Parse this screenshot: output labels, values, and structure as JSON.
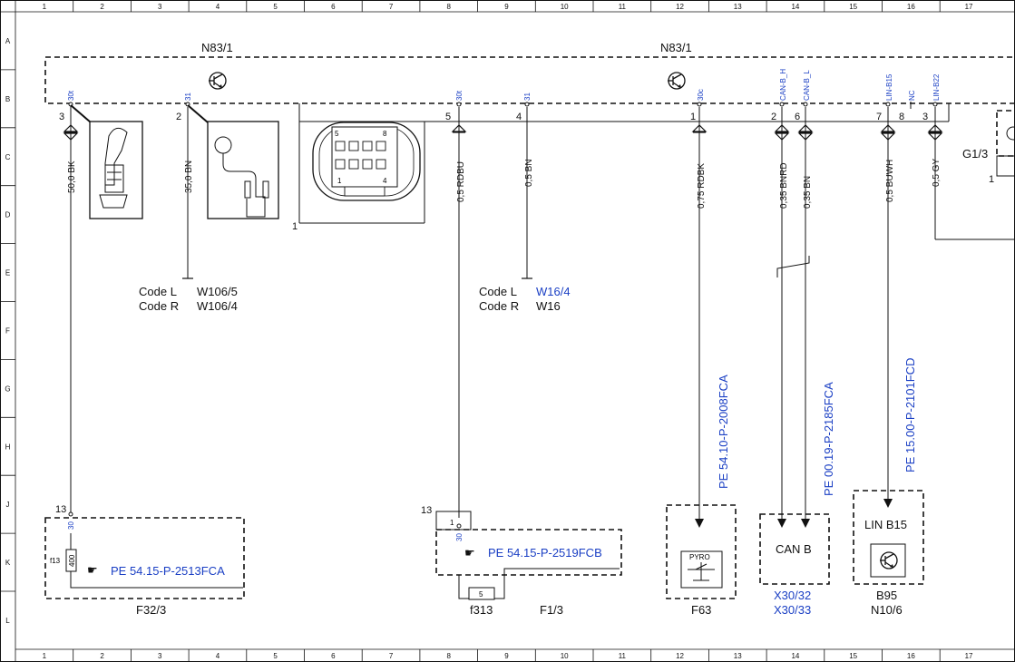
{
  "colors": {
    "ink": "#111111",
    "link": "#1a3fc4",
    "paper": "#ffffff"
  },
  "grid": {
    "columns": [
      "1",
      "2",
      "3",
      "4",
      "5",
      "6",
      "7",
      "8",
      "9",
      "10",
      "11",
      "12",
      "13",
      "14",
      "15",
      "16",
      "17"
    ],
    "rows": [
      "A",
      "B",
      "C",
      "D",
      "E",
      "F",
      "G",
      "H",
      "J",
      "K",
      "L"
    ]
  },
  "module": {
    "label_left": "N83/1",
    "label_right": "N83/1"
  },
  "module_pins": [
    {
      "id": "30t-a",
      "number": "3",
      "signal": "30t"
    },
    {
      "id": "31-a",
      "number": "2",
      "signal": "31"
    },
    {
      "id": "30t-b",
      "number": "5",
      "signal": "30t"
    },
    {
      "id": "31-b",
      "number": "4",
      "signal": "31"
    },
    {
      "id": "30c",
      "number": "1",
      "signal": "30c"
    },
    {
      "id": "can-h",
      "number": "2",
      "signal": "CAN-B_H"
    },
    {
      "id": "can-l",
      "number": "6",
      "signal": "CAN-B_L"
    },
    {
      "id": "lin-b15",
      "number": "7",
      "signal": "LIN-B15"
    },
    {
      "id": "nc",
      "number": "8",
      "signal": "NC"
    },
    {
      "id": "lin-b22",
      "number": "3",
      "signal": "LIN-B22"
    }
  ],
  "connector": {
    "pin1": "1",
    "cells": [
      "5",
      "8",
      "1",
      "4"
    ]
  },
  "wires": [
    {
      "id": "w1",
      "label": "50,0 BK"
    },
    {
      "id": "w2",
      "label": "35,0 BN"
    },
    {
      "id": "w3",
      "label": "0,5 RDBU"
    },
    {
      "id": "w4",
      "label": "0,5 BN"
    },
    {
      "id": "w5",
      "label": "0,75 RDBK"
    },
    {
      "id": "w6",
      "label": "0,35 BNRD"
    },
    {
      "id": "w7",
      "label": "0,35 BN"
    },
    {
      "id": "w8",
      "label": "0,5 BUWH"
    },
    {
      "id": "w9",
      "label": "0,5 GY"
    }
  ],
  "ground_left": {
    "rows": [
      {
        "code": "Code L",
        "ref": "W106/5"
      },
      {
        "code": "Code R",
        "ref": "W106/4"
      }
    ]
  },
  "ground_mid": {
    "rows": [
      {
        "code": "Code L",
        "ref": "W16/4"
      },
      {
        "code": "Code R",
        "ref": "W16"
      }
    ]
  },
  "g13": {
    "label": "G1/3",
    "pin": "1"
  },
  "f32": {
    "pin": "13",
    "signal": "30",
    "fuse_name": "f13",
    "fuse_value": "400",
    "ref": "PE 54.15-P-2513FCA",
    "label": "F32/3"
  },
  "f13": {
    "pin": "13",
    "inner_pin": "1",
    "signal": "30",
    "ref": "PE 54.15-P-2519FCB",
    "fuse_value": "5",
    "fuse_label": "f313",
    "label": "F1/3"
  },
  "f63": {
    "ref": "PE 54.10-P-2008FCA",
    "inner": "PYRO",
    "label": "F63"
  },
  "canb": {
    "ref": "PE 00.19-P-2185FCA",
    "title": "CAN B",
    "label1": "X30/32",
    "label2": "X30/33"
  },
  "b95": {
    "ref": "PE 15.00-P-2101FCD",
    "title": "LIN B15",
    "label1": "B95",
    "label2": "N10/6"
  }
}
